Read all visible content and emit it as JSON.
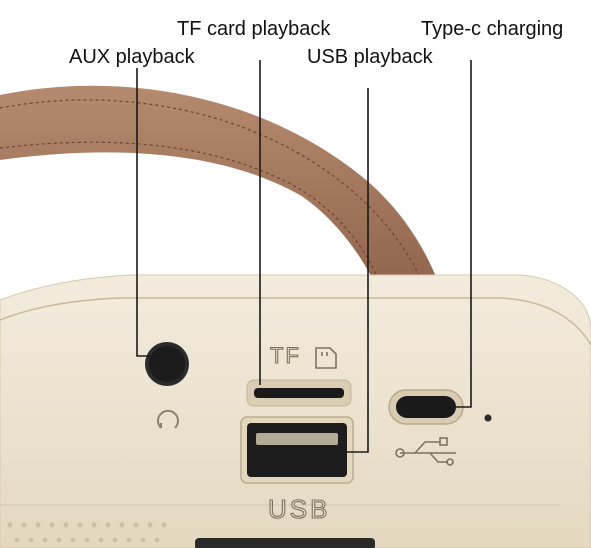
{
  "callouts": {
    "tf_card": "TF card playback",
    "type_c": "Type-c charging",
    "aux": "AUX playback",
    "usb": "USB playback"
  },
  "port_markings": {
    "tf": "TF",
    "usb": "USB"
  },
  "colors": {
    "body": "#ece2cf",
    "panel": "#e7dcc7",
    "strap": "#9c6f55",
    "port": "#1a1a1a",
    "line": "#1a1a1a"
  },
  "icons": {
    "aux": "headphone-icon",
    "tf": "sd-card-icon",
    "typec": "usb-trident-icon"
  }
}
